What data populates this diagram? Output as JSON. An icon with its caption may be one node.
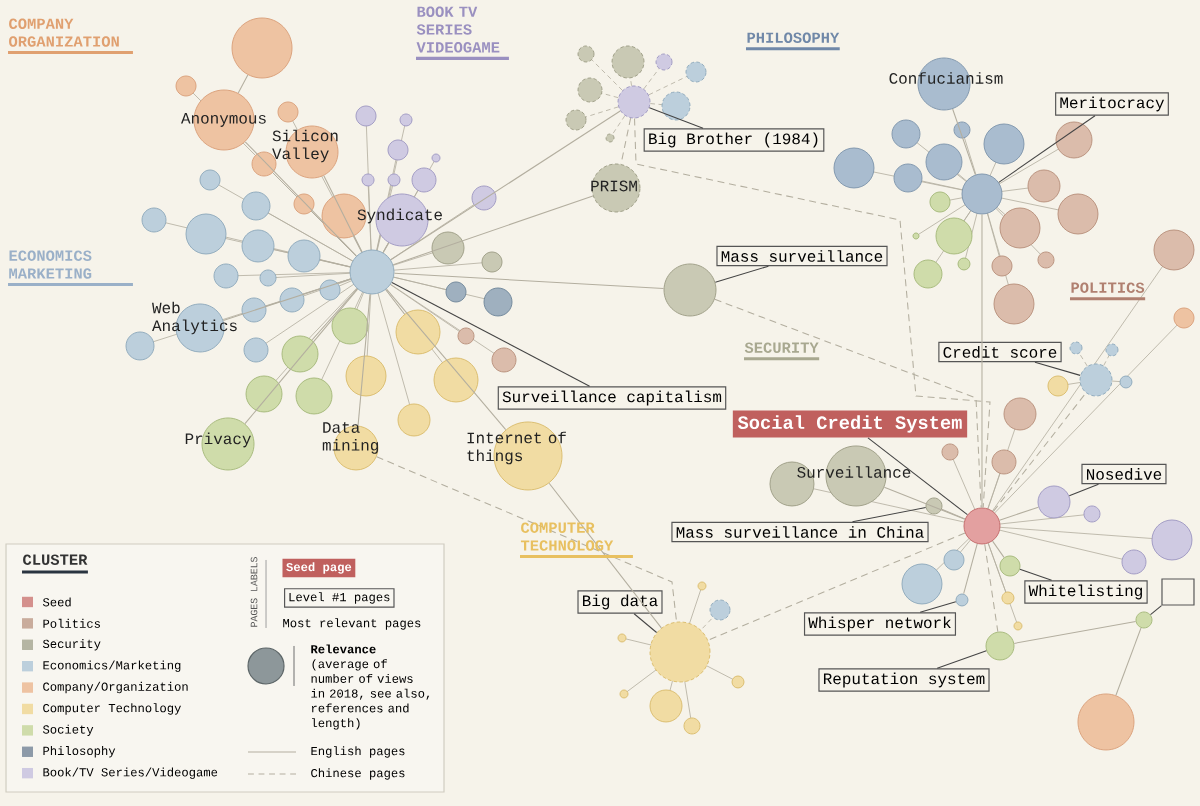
{
  "diagram": {
    "nodes": [
      {
        "text": [],
        "shape": "circle"
      },
      {
        "text": [
          "Anonymous"
        ]
      },
      {
        "text": [
          "Silicon Valley"
        ]
      },
      {
        "text": [
          "Syndicate"
        ]
      },
      {
        "text": [],
        "shape": "circle"
      },
      {
        "text": [
          "Web Analytics"
        ]
      },
      {
        "text": [
          "Privacy"
        ]
      },
      {
        "text": [
          "Data mining"
        ]
      },
      {
        "text": [
          "Internet of things"
        ]
      },
      {
        "text": [],
        "shape": "circle"
      },
      {
        "text": [
          "Big Brother (1984)"
        ]
      },
      {
        "text": [
          "PRISM"
        ]
      },
      {
        "text": [],
        "shape": "circle"
      },
      {
        "text": [
          "Mass surveillance"
        ]
      },
      {
        "text": [],
        "shape": "circle"
      },
      {
        "text": [
          "Confucianism"
        ]
      },
      {
        "text": [
          "Meritocracy"
        ]
      },
      {
        "text": [
          "Surveillance capitalism"
        ]
      },
      {
        "text": [],
        "shape": "circle"
      },
      {
        "text": [
          "Credit score"
        ]
      },
      {
        "text": [
          "Social Credit System"
        ]
      },
      {
        "text": [],
        "shape": "circle"
      },
      {
        "text": [
          "Surveillance"
        ]
      },
      {
        "text": [],
        "shape": "circle"
      },
      {
        "text": [
          "Mass surveillance in China"
        ]
      },
      {
        "text": [],
        "shape": "circle"
      },
      {
        "text": [
          "Big data"
        ]
      },
      {
        "text": [],
        "shape": "circle"
      },
      {
        "text": [
          "Whisper network"
        ]
      },
      {
        "text": [],
        "shape": "circle"
      },
      {
        "text": [
          "Whitelisting"
        ]
      },
      {
        "text": [],
        "shape": "circle"
      },
      {
        "text": [
          "Reputation system"
        ]
      },
      {
        "text": [],
        "shape": "circle"
      },
      {
        "text": [
          "Nosedive"
        ]
      },
      {
        "text": [],
        "shape": "circle"
      },
      {
        "text": [],
        "shape": "box"
      },
      {
        "text": [],
        "shape": "circle"
      }
    ],
    "edges": [
      {
        "from": 10,
        "to": 9,
        "arrow": "none",
        "color": "#444444"
      },
      {
        "from": 13,
        "to": 12,
        "arrow": "none",
        "color": "#444444"
      },
      {
        "from": 16,
        "to": 14,
        "arrow": "none",
        "color": "#444444"
      },
      {
        "from": 17,
        "to": 4,
        "arrow": "none",
        "color": "#444444"
      },
      {
        "from": 19,
        "to": 18,
        "arrow": "none",
        "color": "#444444"
      },
      {
        "from": 20,
        "to": 21,
        "arrow": "none",
        "color": "#444444"
      },
      {
        "from": 24,
        "to": 23,
        "arrow": "none",
        "color": "#444444"
      },
      {
        "from": 26,
        "to": 25,
        "arrow": "none",
        "color": "#444444"
      },
      {
        "from": 28,
        "to": 27,
        "arrow": "none",
        "color": "#444444"
      },
      {
        "from": 30,
        "to": 29,
        "arrow": "none",
        "color": "#444444"
      },
      {
        "from": 32,
        "to": 31,
        "arrow": "none",
        "color": "#444444"
      },
      {
        "from": 34,
        "to": 33,
        "arrow": "none",
        "color": "#444444"
      },
      {
        "from": 36,
        "to": 35,
        "arrow": "none",
        "color": "#444444"
      },
      {
        "from": 1,
        "to": 0,
        "arrow": "none"
      },
      {
        "from": 4,
        "to": 1,
        "arrow": "none"
      },
      {
        "from": 4,
        "to": 2,
        "arrow": "none"
      },
      {
        "from": 4,
        "to": 3,
        "arrow": "none"
      },
      {
        "from": 4,
        "to": 5,
        "arrow": "none"
      },
      {
        "from": 4,
        "to": 6,
        "arrow": "none"
      },
      {
        "from": 4,
        "to": 7,
        "arrow": "none"
      },
      {
        "from": 4,
        "to": 8,
        "arrow": "none"
      },
      {
        "from": 4,
        "to": 9,
        "arrow": "none"
      },
      {
        "from": 4,
        "to": 11,
        "arrow": "none"
      },
      {
        "from": 4,
        "to": 12,
        "arrow": "none"
      },
      {
        "from": 9,
        "to": 11,
        "arrow": "none",
        "style": "dashed"
      },
      {
        "from": 9,
        "to": 21,
        "arrow": "none",
        "style": "dashed"
      },
      {
        "from": 12,
        "to": 21,
        "arrow": "none",
        "style": "dashed"
      },
      {
        "from": 7,
        "to": 25,
        "arrow": "none",
        "style": "dashed"
      },
      {
        "from": 8,
        "to": 25,
        "arrow": "none"
      },
      {
        "from": 14,
        "to": 15,
        "arrow": "none"
      },
      {
        "from": 14,
        "to": 21,
        "arrow": "none"
      },
      {
        "from": 21,
        "to": 22,
        "arrow": "none"
      },
      {
        "from": 21,
        "to": 23,
        "arrow": "none"
      },
      {
        "from": 21,
        "to": 25,
        "arrow": "none",
        "style": "dashed"
      },
      {
        "from": 21,
        "to": 27,
        "arrow": "none"
      },
      {
        "from": 21,
        "to": 29,
        "arrow": "none"
      },
      {
        "from": 21,
        "to": 31,
        "arrow": "none",
        "style": "dashed"
      },
      {
        "from": 21,
        "to": 33,
        "arrow": "none"
      },
      {
        "from": 21,
        "to": 18,
        "arrow": "none",
        "style": "dashed"
      },
      {
        "from": 31,
        "to": 35,
        "arrow": "none"
      },
      {
        "from": 35,
        "to": 37,
        "arrow": "none"
      }
    ],
    "labels": [
      "COMPANY ORGANIZATION",
      "BOOK TV SERIES VIDEOGAME",
      "PHILOSOPHY",
      "ECONOMICS MARKETING",
      "POLITICS",
      "SECURITY",
      "COMPUTER TECHNOLOGY",
      "CLUSTER",
      "PAGES LABELS",
      "Seed page",
      "Level #1 pages",
      "Most relevant pages",
      "**Relevance** (average of number of views in 2018, see also, references and length)"
    ],
    "legend": [
      {
        "text": "Seed",
        "color": "#d4908c"
      },
      {
        "text": "Politics",
        "color": "#c9ac9c"
      },
      {
        "text": "Security",
        "color": "#b5b5a3"
      },
      {
        "text": "Economics/Marketing",
        "color": "#bccfdc"
      },
      {
        "text": "Company/Organization",
        "color": "#eec3a2"
      },
      {
        "text": "Computer Technology",
        "color": "#f1dca3"
      },
      {
        "text": "Society",
        "color": "#cfdcaa"
      },
      {
        "text": "Philosophy",
        "color": "#8d9aa8"
      },
      {
        "text": "Book/TV Series/Videogame",
        "color": "#cfcae2"
      },
      {
        "text": "English pages"
      },
      {
        "text": "Chinese pages"
      }
    ]
  }
}
